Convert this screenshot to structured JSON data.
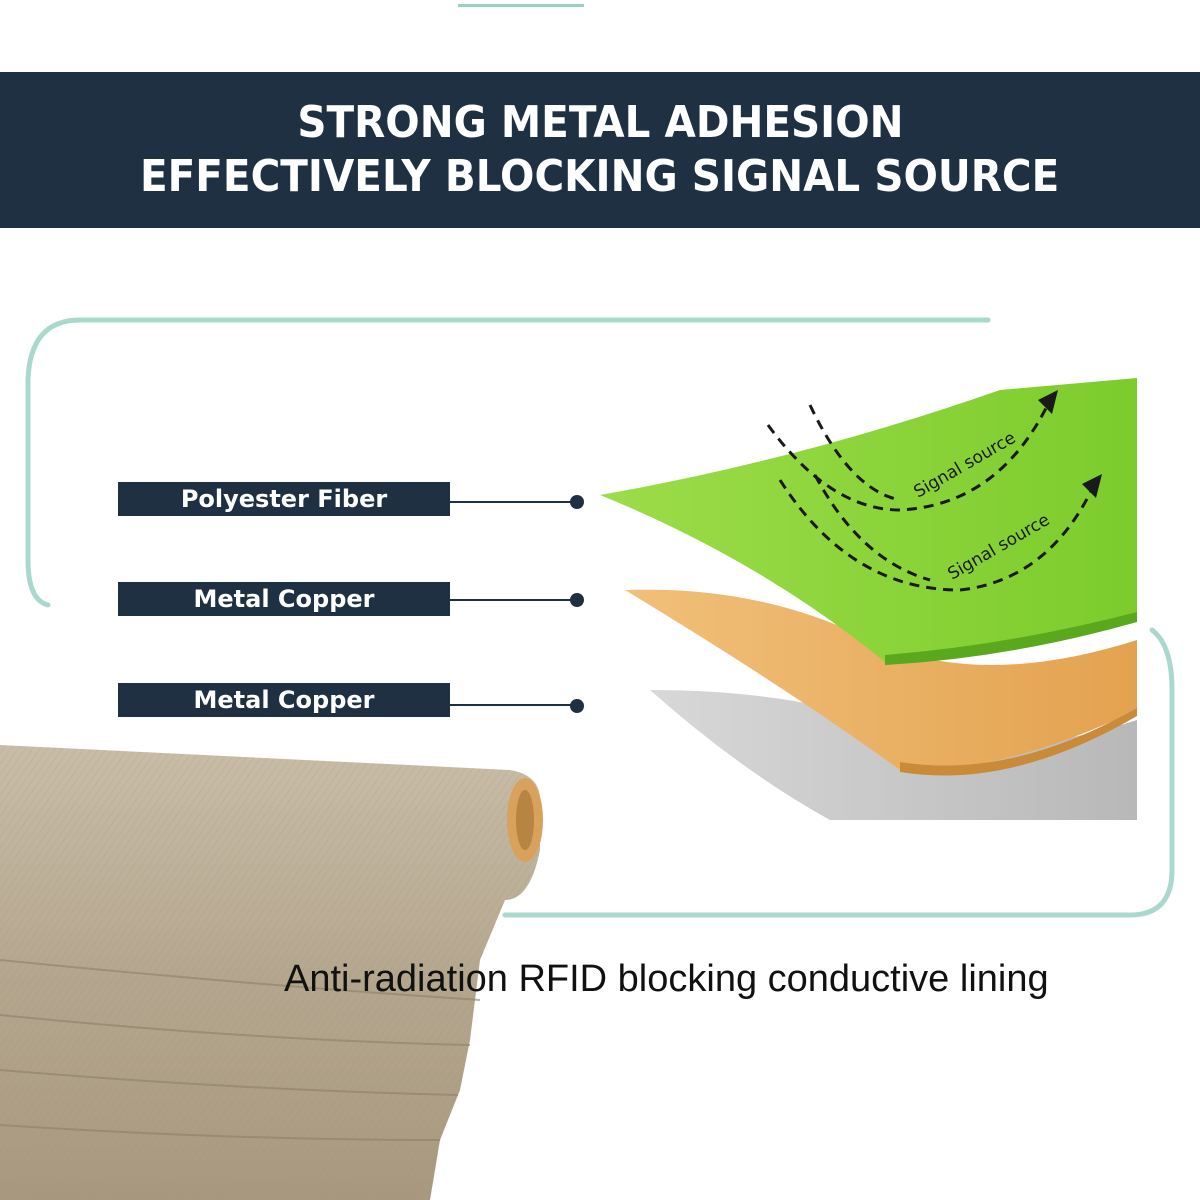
{
  "header": {
    "line1": "STRONG METAL ADHESION",
    "line2": "EFFECTIVELY BLOCKING SIGNAL SOURCE"
  },
  "layers": [
    {
      "label": "Polyester Fiber"
    },
    {
      "label": "Metal Copper"
    },
    {
      "label": "Metal Copper"
    }
  ],
  "signal_labels": [
    "Signal source",
    "Signal source"
  ],
  "caption": "Anti-radiation RFID blocking conductive lining",
  "colors": {
    "banner": "#1f3043",
    "frame": "#a9d8cd",
    "polyester_layer": "#8bd43a",
    "copper_layer": "#e7aa5a",
    "metal_layer": "#c6c6c6",
    "fabric_roll": "#b9ab94"
  }
}
